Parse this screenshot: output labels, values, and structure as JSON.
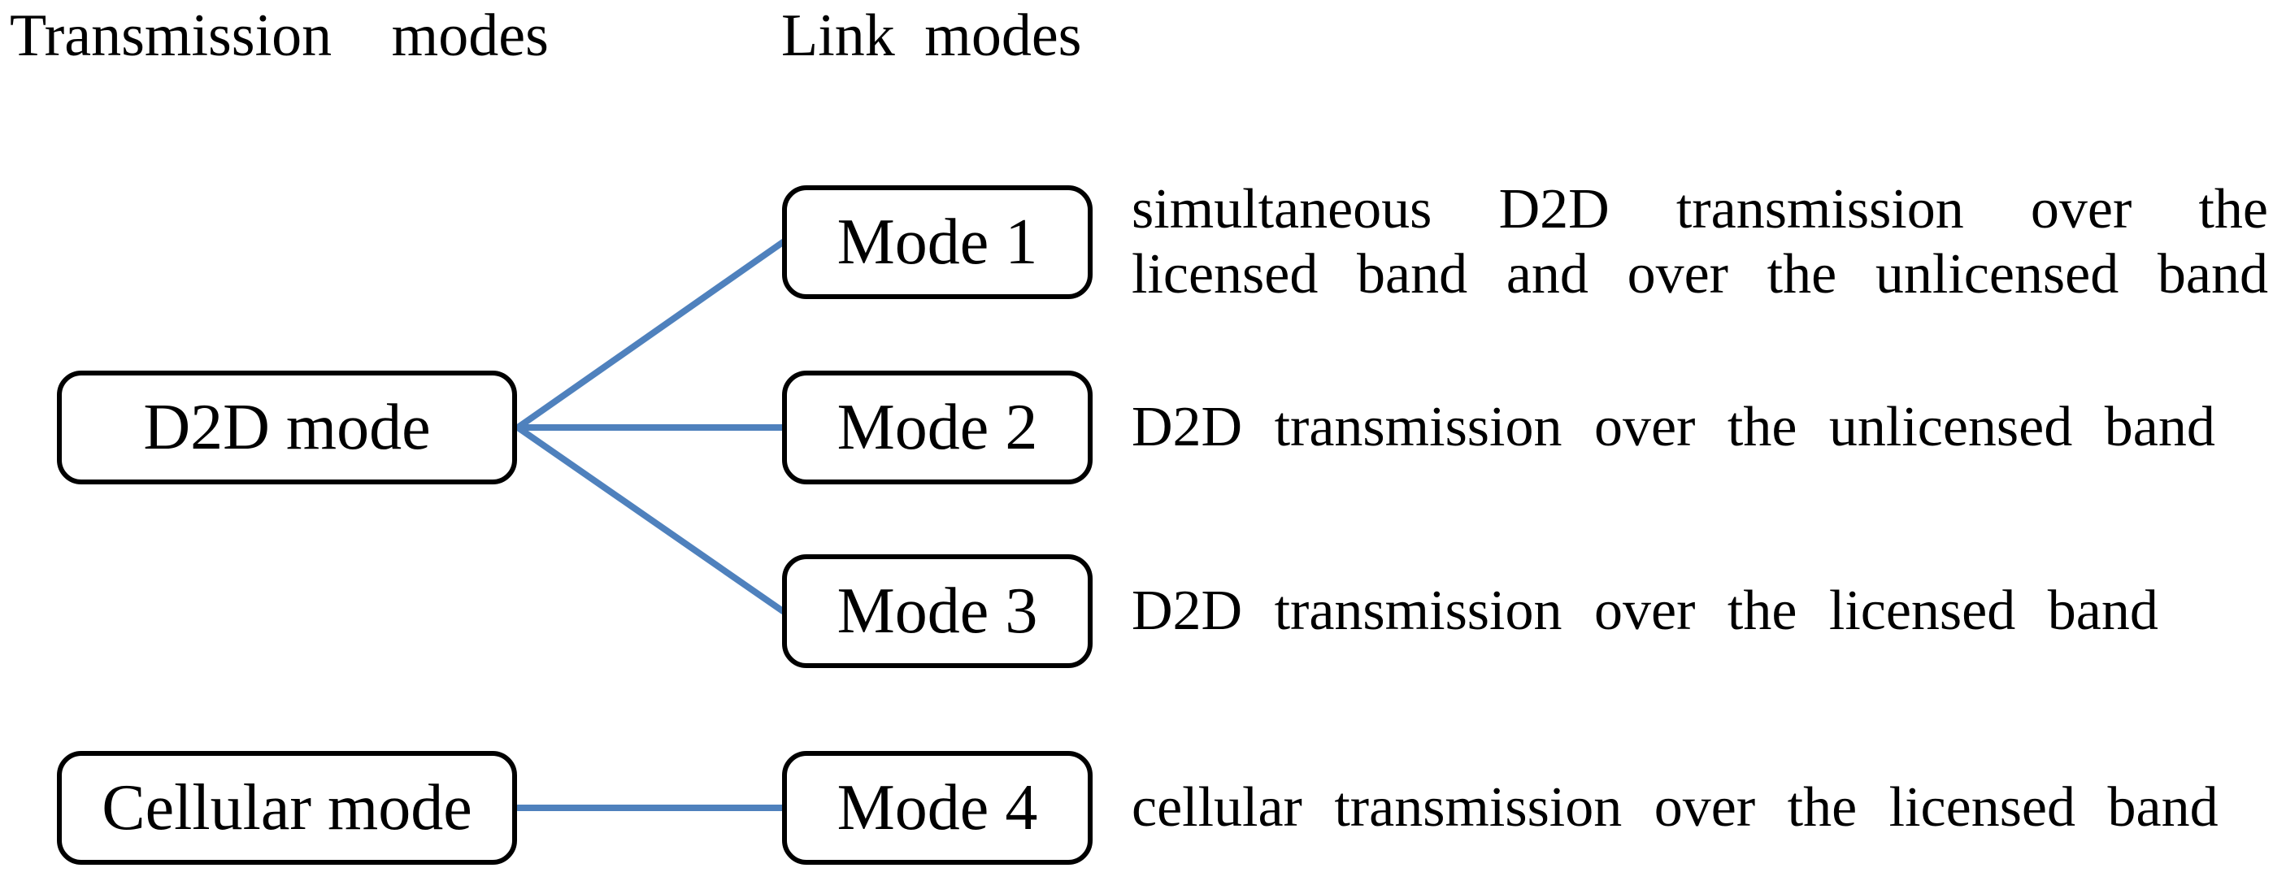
{
  "diagram": {
    "headings": {
      "left": "Transmission modes",
      "right": "Link modes"
    },
    "transmission_modes": [
      {
        "id": "d2d",
        "label": "D2D mode"
      },
      {
        "id": "cellular",
        "label": "Cellular mode"
      }
    ],
    "link_modes": [
      {
        "label": "Mode 1",
        "description": "simultaneous D2D transmission over the licensed band and over the unlicensed band",
        "description_lines": [
          "simultaneous D2D transmission over the",
          "licensed band and over the unlicensed band"
        ]
      },
      {
        "label": "Mode 2",
        "description": "D2D transmission over the unlicensed band"
      },
      {
        "label": "Mode 3",
        "description": "D2D transmission over the licensed band"
      },
      {
        "label": "Mode 4",
        "description": "cellular transmission over the licensed band"
      }
    ],
    "connections": [
      {
        "from": "D2D mode",
        "to": "Mode 1"
      },
      {
        "from": "D2D mode",
        "to": "Mode 2"
      },
      {
        "from": "D2D mode",
        "to": "Mode 3"
      },
      {
        "from": "Cellular mode",
        "to": "Mode 4"
      }
    ],
    "colors": {
      "connector": "#4f81bd",
      "box_border": "#000000",
      "text": "#000000",
      "background": "#ffffff"
    }
  }
}
